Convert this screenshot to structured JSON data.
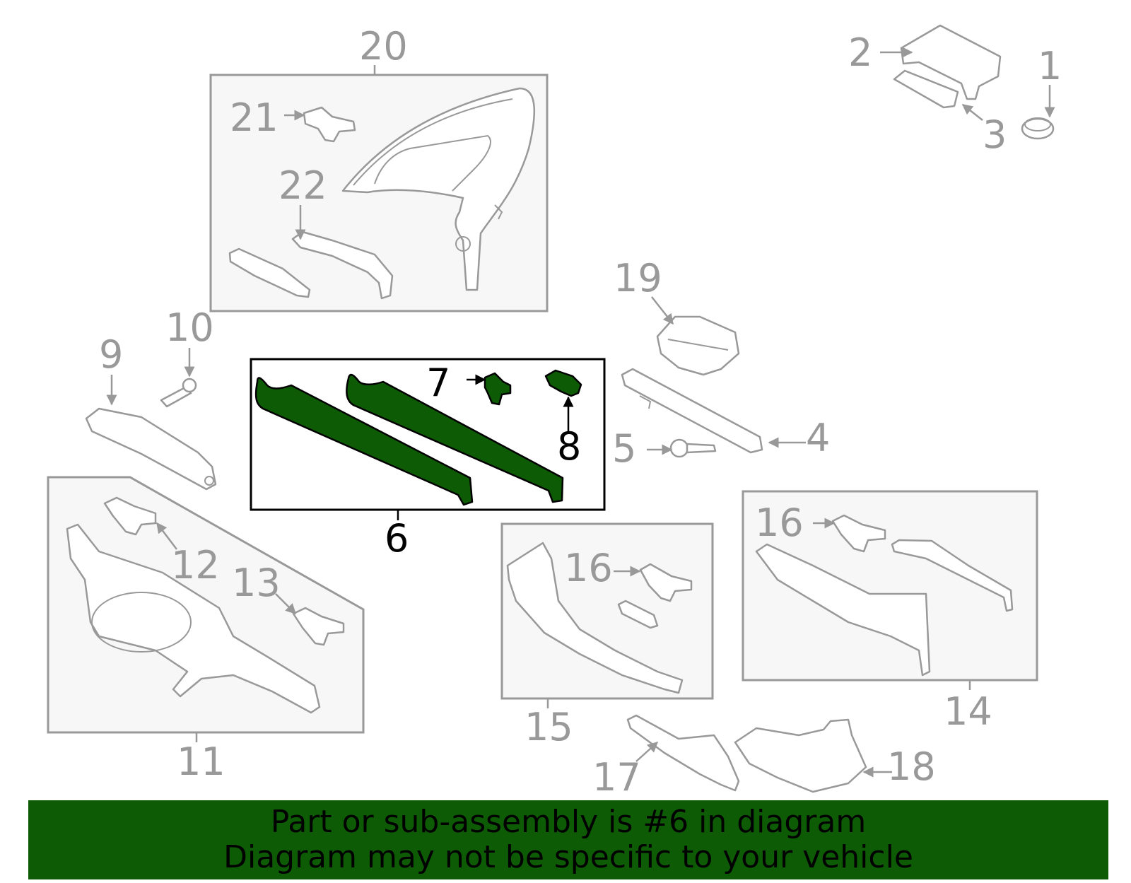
{
  "diagram": {
    "highlighted_part": "6",
    "colors": {
      "highlight": "#0d5c05",
      "outline": "#999999",
      "active_label": "#000000"
    },
    "labels": {
      "p1": "1",
      "p2": "2",
      "p3": "3",
      "p4": "4",
      "p5": "5",
      "p6": "6",
      "p7": "7",
      "p8": "8",
      "p9": "9",
      "p10": "10",
      "p11": "11",
      "p12": "12",
      "p13": "13",
      "p14": "14",
      "p15": "15",
      "p16a": "16",
      "p16b": "16",
      "p17": "17",
      "p18": "18",
      "p19": "19",
      "p20": "20",
      "p21": "21",
      "p22": "22"
    }
  },
  "banner": {
    "line1": "Part or sub-assembly is #6 in diagram",
    "line2": "Diagram may not be specific to your vehicle"
  }
}
